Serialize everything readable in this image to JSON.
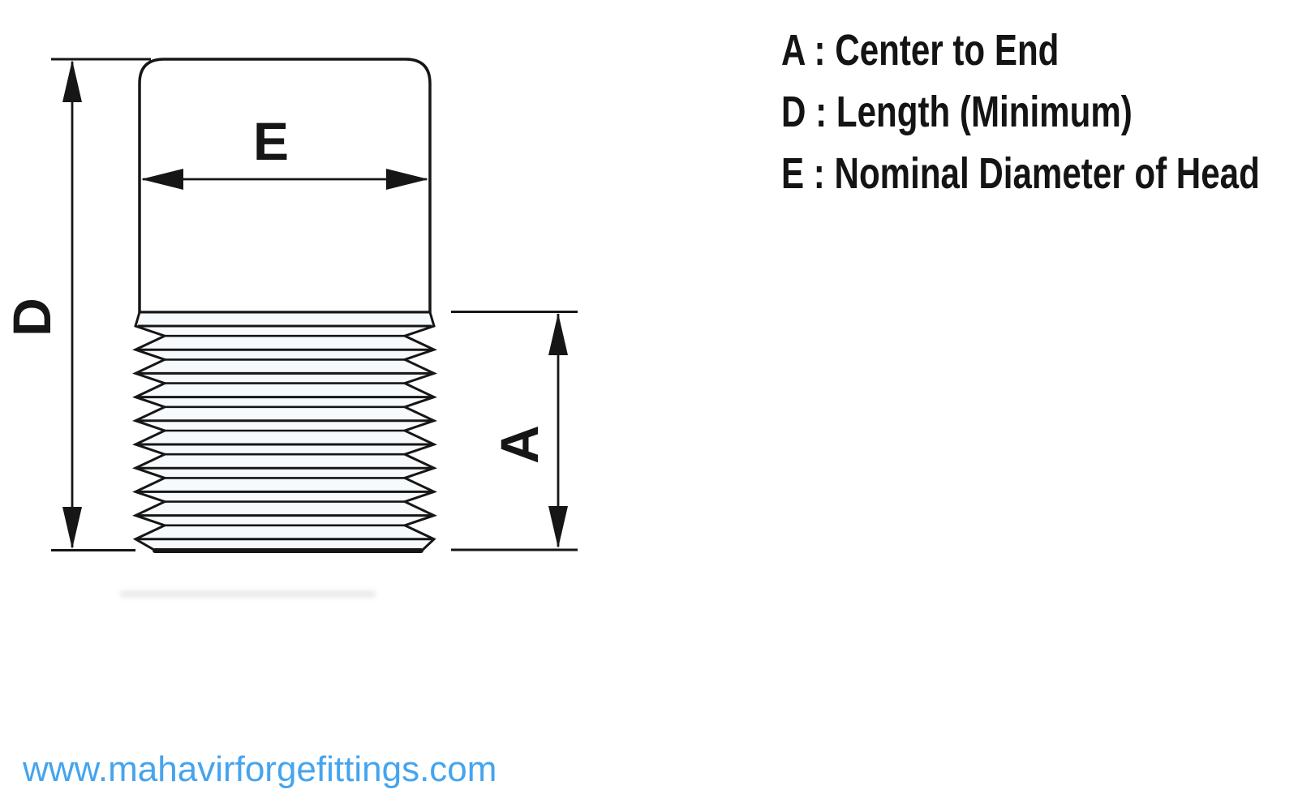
{
  "page": {
    "background_color": "#ffffff",
    "line_color": "#161616"
  },
  "diagram": {
    "type": "threaded-plug-technical-drawing",
    "labels": {
      "head_diameter": "E",
      "length": "D",
      "center_to_end": "A"
    }
  },
  "legend": {
    "items": [
      {
        "key": "A",
        "description": "Center to End",
        "text": "A : Center to End"
      },
      {
        "key": "D",
        "description": "Length (Minimum)",
        "text": "D : Length (Minimum)"
      },
      {
        "key": "E",
        "description": "Nominal Diameter of Head",
        "text": "E : Nominal Diameter of Head"
      }
    ]
  },
  "footer": {
    "website": "www.mahavirforgefittings.com",
    "website_color": "#45a4ee"
  }
}
